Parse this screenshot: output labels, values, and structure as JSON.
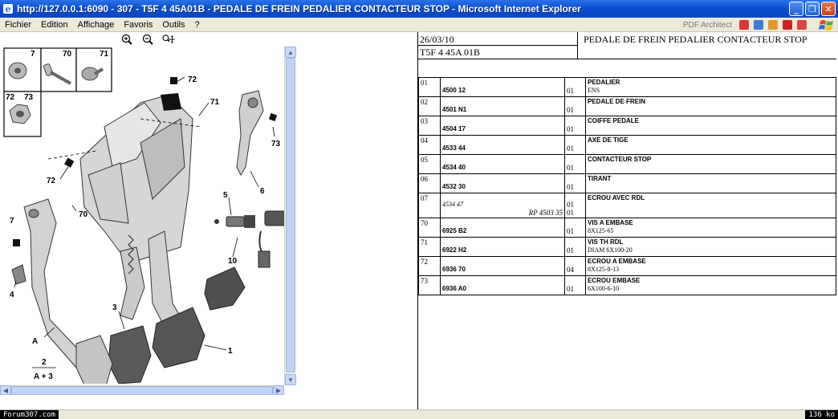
{
  "window": {
    "title": "http://127.0.0.1:6090 - 307 - T5F 4 45A01B - PEDALE DE FREIN PEDALIER CONTACTEUR STOP - Microsoft Internet Explorer",
    "minimize": "_",
    "maximize": "❐",
    "close": "✕"
  },
  "menu": {
    "items": [
      "Fichier",
      "Edition",
      "Affichage",
      "Favoris",
      "Outils",
      "?"
    ],
    "pdf_label": "PDF Architect"
  },
  "diagram": {
    "labels": {
      "l7a": "7",
      "l70a": "70",
      "l71a": "71",
      "l72a": "72",
      "l73a": "73",
      "l72b": "72",
      "l71b": "71",
      "l73b": "73",
      "l72c": "72",
      "l6": "6",
      "l5": "5",
      "l7b": "7",
      "l70b": "70",
      "l10": "10",
      "l4": "4",
      "l3": "3",
      "lA": "A",
      "l1": "1",
      "l2": "2",
      "lA3": "A + 3"
    }
  },
  "header": {
    "date": "26/03/10",
    "ref": "T5F 4 45A 01B",
    "title": "PEDALE DE FREIN PEDALIER CONTACTEUR STOP"
  },
  "parts": [
    {
      "num": "01",
      "ref": "4500 12",
      "qty": "01",
      "desc": "PEDALIER",
      "desc_sub": "ENS"
    },
    {
      "num": "02",
      "ref": "4501 N1",
      "qty": "01",
      "desc": "PEDALE DE FREIN",
      "desc_sub": ""
    },
    {
      "num": "03",
      "ref": "4504 17",
      "qty": "01",
      "desc": "COIFFE PEDALE",
      "desc_sub": ""
    },
    {
      "num": "04",
      "ref": "4533 44",
      "qty": "01",
      "desc": "AXE DE TIGE",
      "desc_sub": ""
    },
    {
      "num": "05",
      "ref": "4534 40",
      "qty": "01",
      "desc": "CONTACTEUR STOP",
      "desc_sub": ""
    },
    {
      "num": "06",
      "ref": "4532 30",
      "qty": "01",
      "desc": "TIRANT",
      "desc_sub": ""
    },
    {
      "num": "07",
      "ref": "4534 47",
      "ref_sub": "RP 4503 35",
      "qty": "01",
      "qty2": "01",
      "desc": "ECROU AVEC RDL",
      "desc_sub": ""
    },
    {
      "num": "70",
      "ref": "6925 B2",
      "qty": "01",
      "desc": "VIS A EMBASE",
      "desc_sub": "8X125-65"
    },
    {
      "num": "71",
      "ref": "6922 H2",
      "qty": "01",
      "desc": "VIS TH RDL",
      "desc_sub": "DIAM 6X100-20"
    },
    {
      "num": "72",
      "ref": "6936 70",
      "qty": "04",
      "desc": "ECROU A EMBASE",
      "desc_sub": "8X125-8-13"
    },
    {
      "num": "73",
      "ref": "6936 A0",
      "qty": "01",
      "desc": "ECROU EMBASE",
      "desc_sub": "6X100-6-10"
    }
  ],
  "status": {
    "site": "Forum307.com",
    "size": "136 ko"
  },
  "colors": {
    "titlebar": "#0b4fd2",
    "chrome": "#ece9d8"
  }
}
